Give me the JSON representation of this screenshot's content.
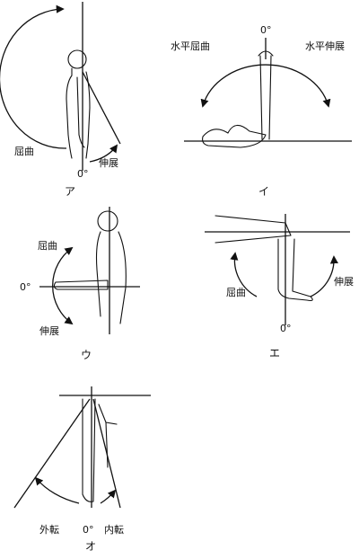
{
  "panels": {
    "a": {
      "caption": "ア",
      "flexion": "屈曲",
      "extension": "伸展",
      "zero": "0°"
    },
    "i": {
      "caption": "イ",
      "zero": "0°",
      "horizontal_flexion": "水平屈曲",
      "horizontal_extension": "水平伸展"
    },
    "u": {
      "caption": "ウ",
      "flexion": "屈曲",
      "zero": "0°",
      "extension": "伸展"
    },
    "e": {
      "caption": "エ",
      "flexion": "屈曲",
      "extension": "伸展",
      "zero": "0°"
    },
    "o": {
      "caption": "オ",
      "abduction": "外転",
      "zero": "0°",
      "adduction": "内転"
    }
  },
  "colors": {
    "ink": "#111111",
    "paper": "#ffffff"
  }
}
